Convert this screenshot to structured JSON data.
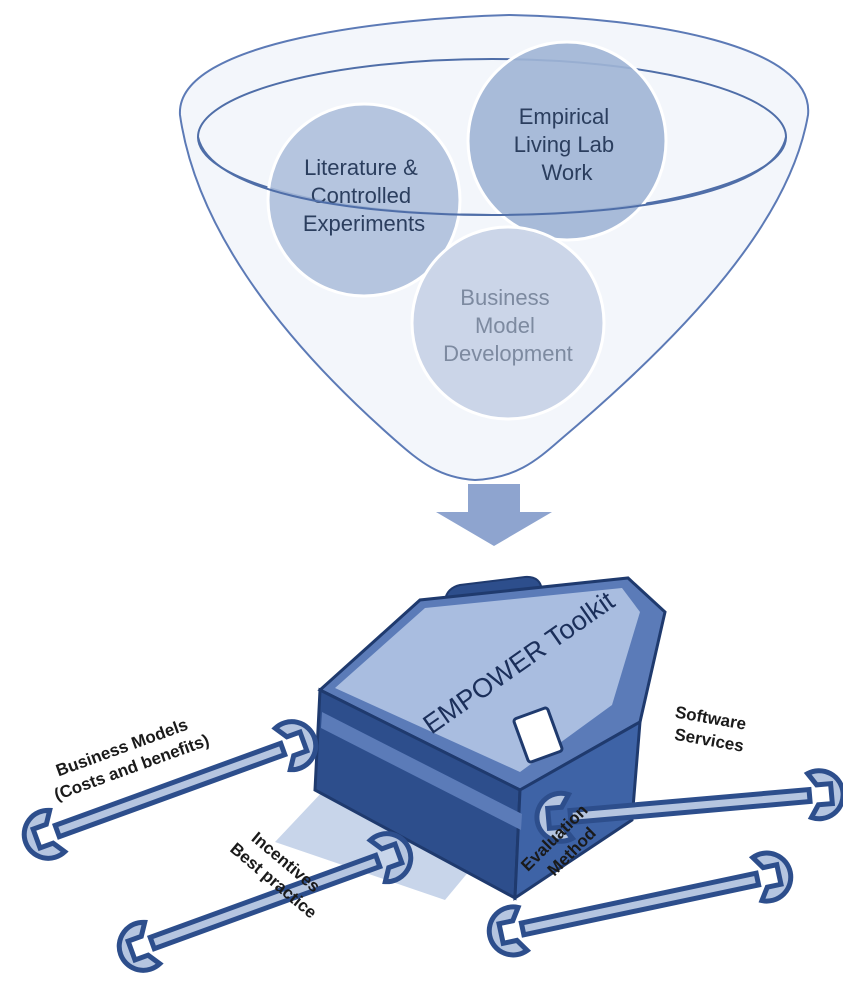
{
  "funnel": {
    "circles": [
      {
        "id": "literature",
        "lines": [
          "Literature &",
          "Controlled",
          "Experiments"
        ]
      },
      {
        "id": "empirical",
        "lines": [
          "Empirical",
          "Living Lab",
          "Work"
        ]
      },
      {
        "id": "business",
        "lines": [
          "Business",
          "Model",
          "Development"
        ]
      }
    ]
  },
  "toolkit": {
    "label": "EMPOWER Toolkit"
  },
  "wrenches": [
    {
      "id": "business-models",
      "lines": [
        "Business Models",
        "(Costs and benefits)"
      ]
    },
    {
      "id": "incentives",
      "lines": [
        "Incentives",
        "Best practice"
      ]
    },
    {
      "id": "software",
      "lines": [
        "Software",
        "Services"
      ]
    },
    {
      "id": "evaluation",
      "lines": [
        "Evaluation",
        "Method"
      ]
    }
  ],
  "colors": {
    "funnel_fill": "#f3f6fb",
    "circle_fill": "#a9bcd9",
    "box_dark": "#2d4e8c",
    "box_mid": "#5b7bb8",
    "box_light": "#a9bde0",
    "arrow": "#8ea4cf"
  }
}
